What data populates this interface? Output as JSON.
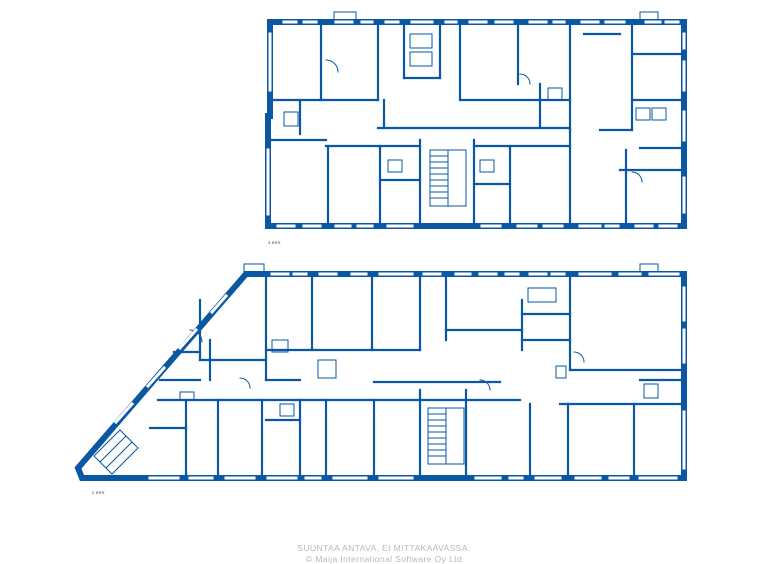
{
  "colors": {
    "wall": "#0a58a4",
    "window": "#ffffff",
    "text": "#333333",
    "footer_text": "#b8b8b8"
  },
  "labels": {
    "upper_floor": "3.KRS",
    "lower_floor": "2.KRS"
  },
  "footer": {
    "line1": "SUUNTAA ANTAVA, EI MITTAKAAVASSA.",
    "line2": "© Maija International Software Oy Ltd"
  }
}
